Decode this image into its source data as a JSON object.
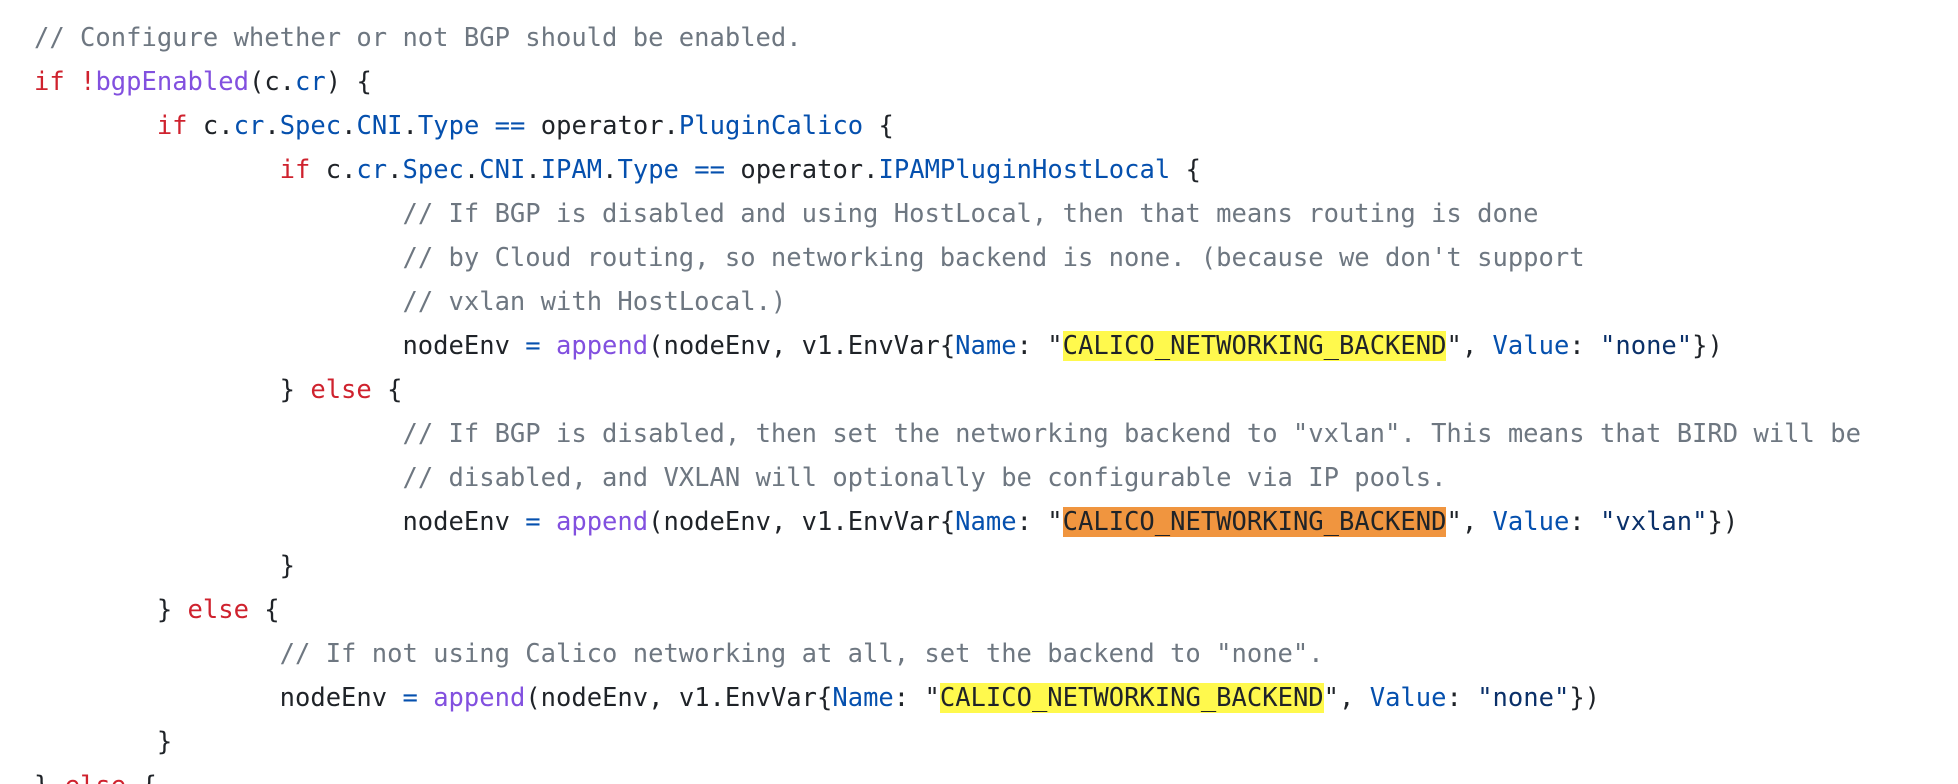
{
  "code": {
    "lines": [
      [
        {
          "t": "// Configure whether or not BGP should be enabled.",
          "k": "comment"
        }
      ],
      [
        {
          "t": "if",
          "k": "keyword"
        },
        {
          "t": " ",
          "k": "plain"
        },
        {
          "t": "!",
          "k": "keyword"
        },
        {
          "t": "bgpEnabled",
          "k": "func"
        },
        {
          "t": "(c.",
          "k": "plain"
        },
        {
          "t": "cr",
          "k": "field"
        },
        {
          "t": ") {",
          "k": "plain"
        }
      ],
      [
        {
          "t": "        ",
          "k": "plain"
        },
        {
          "t": "if",
          "k": "keyword"
        },
        {
          "t": " c.",
          "k": "plain"
        },
        {
          "t": "cr",
          "k": "field"
        },
        {
          "t": ".",
          "k": "plain"
        },
        {
          "t": "Spec",
          "k": "field"
        },
        {
          "t": ".",
          "k": "plain"
        },
        {
          "t": "CNI",
          "k": "field"
        },
        {
          "t": ".",
          "k": "plain"
        },
        {
          "t": "Type",
          "k": "field"
        },
        {
          "t": " ",
          "k": "plain"
        },
        {
          "t": "==",
          "k": "op"
        },
        {
          "t": " operator.",
          "k": "plain"
        },
        {
          "t": "PluginCalico",
          "k": "field"
        },
        {
          "t": " {",
          "k": "plain"
        }
      ],
      [
        {
          "t": "                ",
          "k": "plain"
        },
        {
          "t": "if",
          "k": "keyword"
        },
        {
          "t": " c.",
          "k": "plain"
        },
        {
          "t": "cr",
          "k": "field"
        },
        {
          "t": ".",
          "k": "plain"
        },
        {
          "t": "Spec",
          "k": "field"
        },
        {
          "t": ".",
          "k": "plain"
        },
        {
          "t": "CNI",
          "k": "field"
        },
        {
          "t": ".",
          "k": "plain"
        },
        {
          "t": "IPAM",
          "k": "field"
        },
        {
          "t": ".",
          "k": "plain"
        },
        {
          "t": "Type",
          "k": "field"
        },
        {
          "t": " ",
          "k": "plain"
        },
        {
          "t": "==",
          "k": "op"
        },
        {
          "t": " operator.",
          "k": "plain"
        },
        {
          "t": "IPAMPluginHostLocal",
          "k": "field"
        },
        {
          "t": " {",
          "k": "plain"
        }
      ],
      [
        {
          "t": "                        ",
          "k": "plain"
        },
        {
          "t": "// If BGP is disabled and using HostLocal, then that means routing is done",
          "k": "comment"
        }
      ],
      [
        {
          "t": "                        ",
          "k": "plain"
        },
        {
          "t": "// by Cloud routing, so networking backend is none. (because we don't support",
          "k": "comment"
        }
      ],
      [
        {
          "t": "                        ",
          "k": "plain"
        },
        {
          "t": "// vxlan with HostLocal.)",
          "k": "comment"
        }
      ],
      [
        {
          "t": "                        nodeEnv ",
          "k": "plain"
        },
        {
          "t": "=",
          "k": "op"
        },
        {
          "t": " ",
          "k": "plain"
        },
        {
          "t": "append",
          "k": "func"
        },
        {
          "t": "(nodeEnv, v1.EnvVar{",
          "k": "plain"
        },
        {
          "t": "Name",
          "k": "field"
        },
        {
          "t": ": \"",
          "k": "plain"
        },
        {
          "t": "CALICO_NETWORKING_BACKEND",
          "k": "match"
        },
        {
          "t": "\", ",
          "k": "plain"
        },
        {
          "t": "Value",
          "k": "field"
        },
        {
          "t": ": ",
          "k": "plain"
        },
        {
          "t": "\"none\"",
          "k": "string"
        },
        {
          "t": "})",
          "k": "plain"
        }
      ],
      [
        {
          "t": "                } ",
          "k": "plain"
        },
        {
          "t": "else",
          "k": "keyword"
        },
        {
          "t": " {",
          "k": "plain"
        }
      ],
      [
        {
          "t": "                        ",
          "k": "plain"
        },
        {
          "t": "// If BGP is disabled, then set the networking backend to \"vxlan\". This means that BIRD will be",
          "k": "comment"
        }
      ],
      [
        {
          "t": "                        ",
          "k": "plain"
        },
        {
          "t": "// disabled, and VXLAN will optionally be configurable via IP pools.",
          "k": "comment"
        }
      ],
      [
        {
          "t": "                        nodeEnv ",
          "k": "plain"
        },
        {
          "t": "=",
          "k": "op"
        },
        {
          "t": " ",
          "k": "plain"
        },
        {
          "t": "append",
          "k": "func"
        },
        {
          "t": "(nodeEnv, v1.EnvVar{",
          "k": "plain"
        },
        {
          "t": "Name",
          "k": "field"
        },
        {
          "t": ": \"",
          "k": "plain"
        },
        {
          "t": "CALICO_NETWORKING_BACKEND",
          "k": "match-active"
        },
        {
          "t": "\", ",
          "k": "plain"
        },
        {
          "t": "Value",
          "k": "field"
        },
        {
          "t": ": ",
          "k": "plain"
        },
        {
          "t": "\"vxlan\"",
          "k": "string"
        },
        {
          "t": "})",
          "k": "plain"
        }
      ],
      [
        {
          "t": "                }",
          "k": "plain"
        }
      ],
      [
        {
          "t": "        } ",
          "k": "plain"
        },
        {
          "t": "else",
          "k": "keyword"
        },
        {
          "t": " {",
          "k": "plain"
        }
      ],
      [
        {
          "t": "                ",
          "k": "plain"
        },
        {
          "t": "// If not using Calico networking at all, set the backend to \"none\".",
          "k": "comment"
        }
      ],
      [
        {
          "t": "                nodeEnv ",
          "k": "plain"
        },
        {
          "t": "=",
          "k": "op"
        },
        {
          "t": " ",
          "k": "plain"
        },
        {
          "t": "append",
          "k": "func"
        },
        {
          "t": "(nodeEnv, v1.EnvVar{",
          "k": "plain"
        },
        {
          "t": "Name",
          "k": "field"
        },
        {
          "t": ": \"",
          "k": "plain"
        },
        {
          "t": "CALICO_NETWORKING_BACKEND",
          "k": "match"
        },
        {
          "t": "\", ",
          "k": "plain"
        },
        {
          "t": "Value",
          "k": "field"
        },
        {
          "t": ": ",
          "k": "plain"
        },
        {
          "t": "\"none\"",
          "k": "string"
        },
        {
          "t": "})",
          "k": "plain"
        }
      ],
      [
        {
          "t": "        }",
          "k": "plain"
        }
      ],
      [
        {
          "t": "} ",
          "k": "plain"
        },
        {
          "t": "else",
          "k": "keyword"
        },
        {
          "t": " {",
          "k": "plain"
        }
      ]
    ]
  }
}
